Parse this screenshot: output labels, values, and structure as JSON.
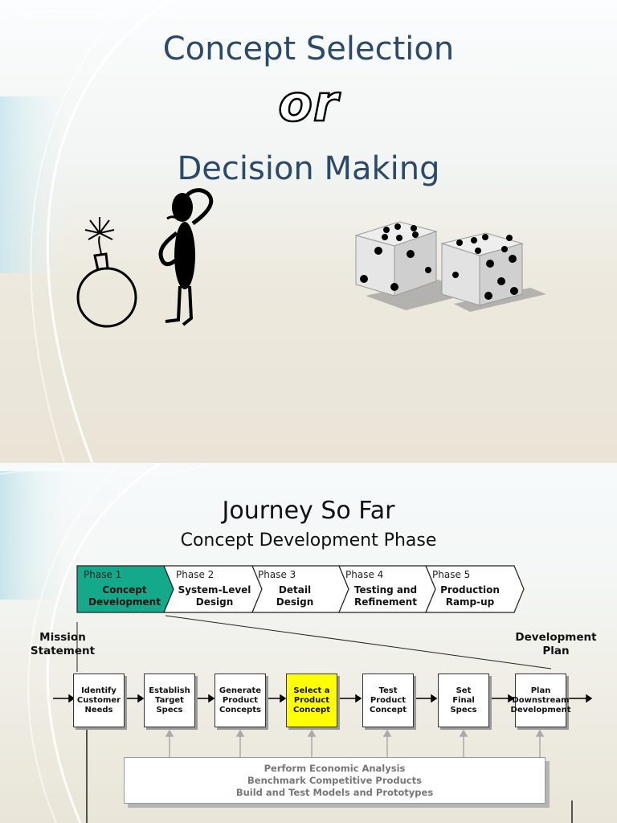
{
  "slide1": {
    "title_top": "Concept Selection",
    "or_word": "or",
    "title_bottom": "Decision Making",
    "illustrations": [
      "bomb-icon",
      "confused-person-icon",
      "dice-icon"
    ]
  },
  "slide2": {
    "title": "Journey So Far",
    "subtitle": "Concept Development Phase",
    "phases": [
      {
        "label": "Phase 1",
        "name_l1": "Concept",
        "name_l2": "Development",
        "active": true
      },
      {
        "label": "Phase 2",
        "name_l1": "System-Level",
        "name_l2": "Design",
        "active": false
      },
      {
        "label": "Phase 3",
        "name_l1": "Detail",
        "name_l2": "Design",
        "active": false
      },
      {
        "label": "Phase 4",
        "name_l1": "Testing and",
        "name_l2": "Refinement",
        "active": false
      },
      {
        "label": "Phase 5",
        "name_l1": "Production",
        "name_l2": "Ramp-up",
        "active": false
      }
    ],
    "mission_l1": "Mission",
    "mission_l2": "Statement",
    "devplan_l1": "Development",
    "devplan_l2": "Plan",
    "steps": [
      {
        "l1": "Identify",
        "l2": "Customer",
        "l3": "Needs",
        "highlight": false
      },
      {
        "l1": "Establish",
        "l2": "Target",
        "l3": "Specs",
        "highlight": false
      },
      {
        "l1": "Generate",
        "l2": "Product",
        "l3": "Concepts",
        "highlight": false
      },
      {
        "l1": "Select a",
        "l2": "Product",
        "l3": "Concept",
        "highlight": true
      },
      {
        "l1": "Test",
        "l2": "Product",
        "l3": "Concept",
        "highlight": false
      },
      {
        "l1": "Set",
        "l2": "Final",
        "l3": "Specs",
        "highlight": false
      },
      {
        "l1": "Plan",
        "l2": "Downstream",
        "l3": "Development",
        "highlight": false
      }
    ],
    "activities": [
      "Perform Economic Analysis",
      "Benchmark Competitive Products",
      "Build and Test Models and Prototypes"
    ],
    "colors": {
      "phase_active": "#14a98a",
      "step_highlight": "#ffff00",
      "title_blue": "#2b4a6b"
    }
  }
}
